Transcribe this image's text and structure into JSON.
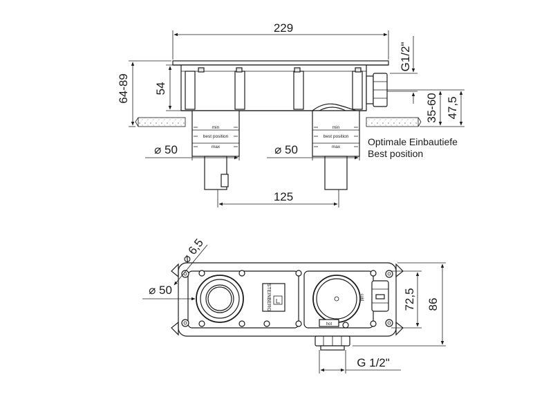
{
  "dimensions": {
    "overall_width": "229",
    "side_thread": "G1/2\"",
    "height_range": "64-89",
    "body_height": "54",
    "offset_range": "35-60",
    "offset": "47,5",
    "left_diameter": "⌀ 50",
    "right_diameter": "⌀ 50",
    "center_distance": "125",
    "hole_diameter": "⌀ 6,5",
    "plan_diameter": "⌀ 50",
    "plan_height_inner": "72,5",
    "plan_height_outer": "86",
    "bottom_thread": "G 1/2\""
  },
  "notes": {
    "best_position_de": "Optimale Einbautiefe",
    "best_position_en": "Best position"
  },
  "scale_labels": {
    "min": "min",
    "best": "best position",
    "max": "max"
  },
  "plan_labels": {
    "brand": "STEINBERG",
    "cold": "cold",
    "hot": "hot"
  }
}
